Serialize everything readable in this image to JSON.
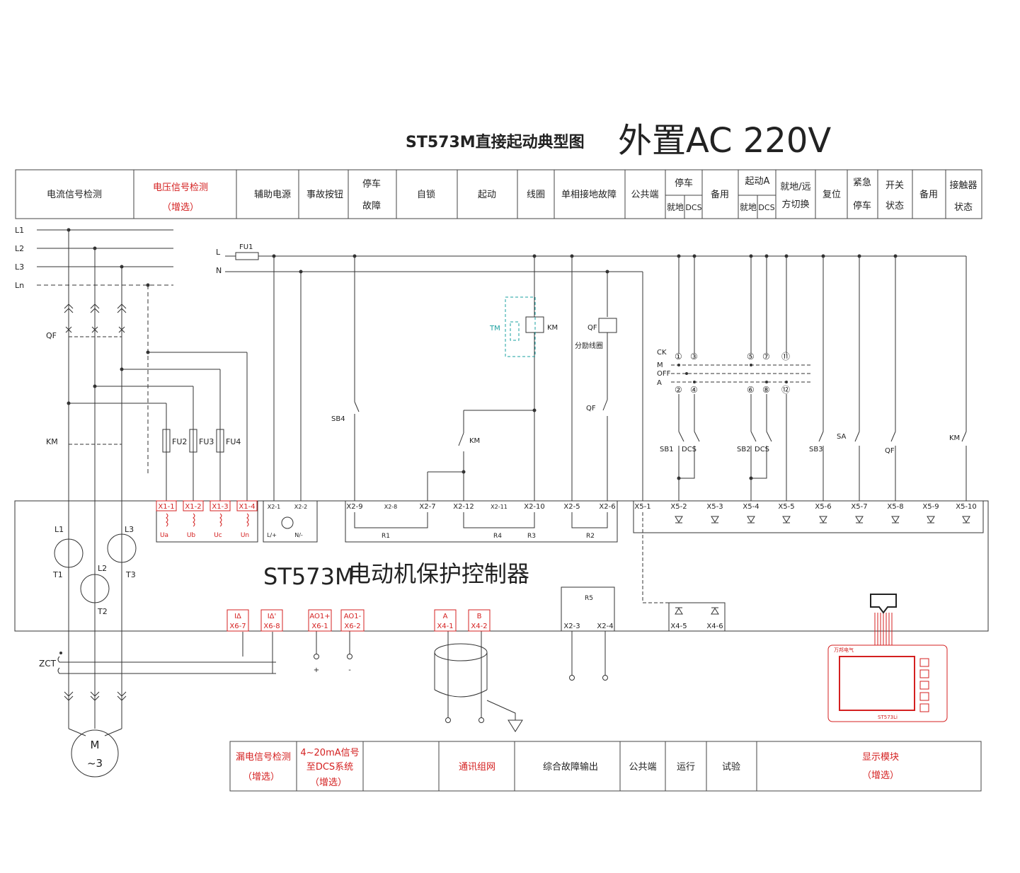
{
  "title": {
    "main": "ST573M直接起动典型图",
    "sub": "外置AC 220V"
  },
  "header": {
    "current_detect": "电流信号检测",
    "voltage_detect": "电压信号检测",
    "voltage_optional": "（增选）",
    "aux_power": "辅助电源",
    "accident_button": "事故按钮",
    "stop_fault_1": "停车",
    "stop_fault_2": "故障",
    "self_lock": "自锁",
    "start": "起动",
    "coil": "线圈",
    "single_ground": "单相接地故障",
    "common": "公共端",
    "stop": "停车",
    "local": "就地",
    "dcs": "DCS",
    "spare1": "备用",
    "start_a": "起动A",
    "local2": "就地",
    "dcs2": "DCS",
    "local_remote_1": "就地/远",
    "local_remote_2": "方切换",
    "reset": "复位",
    "emergency_1": "紧急",
    "emergency_2": "停车",
    "switch_1": "开关",
    "switch_2": "状态",
    "spare2": "备用",
    "contactor_1": "接触器",
    "contactor_2": "状态"
  },
  "lines": {
    "L1": "L1",
    "L2": "L2",
    "L3": "L3",
    "Ln": "Ln",
    "L": "L",
    "N": "N"
  },
  "components": {
    "FU1": "FU1",
    "FU2": "FU2",
    "FU3": "FU3",
    "FU4": "FU4",
    "QF": "QF",
    "KM": "KM",
    "TM": "TM",
    "SB4": "SB4",
    "QF_coil": "QF",
    "shunt_coil": "分励线圈",
    "QF2": "QF",
    "KM2": "KM",
    "CK": "CK",
    "M": "M",
    "OFF": "OFF",
    "A": "A",
    "c1": "①",
    "c2": "②",
    "c3": "③",
    "c4": "④",
    "c5": "⑤",
    "c6": "⑥",
    "c7": "⑦",
    "c8": "⑧",
    "c11": "⑪",
    "c12": "⑫",
    "SB1": "SB1",
    "DCS1": "DCS",
    "SB2": "SB2",
    "DCS2": "DCS",
    "SB3": "SB3",
    "SA": "SA",
    "QF3": "QF",
    "KM3": "KM",
    "L1ct": "L1",
    "L2ct": "L2",
    "L3ct": "L3",
    "T1": "T1",
    "T2": "T2",
    "T3": "T3",
    "ZCT": "ZCT",
    "motor_M": "M",
    "motor_3": "~3",
    "R1": "R1",
    "R2": "R2",
    "R3": "R3",
    "R4": "R4",
    "R5": "R5"
  },
  "terminals": {
    "x1_1": "X1-1",
    "x1_2": "X1-2",
    "x1_3": "X1-3",
    "x1_4": "X1-4",
    "ua": "Ua",
    "ub": "Ub",
    "uc": "Uc",
    "un": "Un",
    "x2_1": "X2-1",
    "x2_2": "X2-2",
    "lp": "L/+",
    "nm": "N/-",
    "x2_9": "X2-9",
    "x2_8": "X2-8",
    "x2_7": "X2-7",
    "x2_12": "X2-12",
    "x2_11": "X2-11",
    "x2_10": "X2-10",
    "x2_5": "X2-5",
    "x2_6": "X2-6",
    "x5_1": "X5-1",
    "x5_2": "X5-2",
    "x5_3": "X5-3",
    "x5_4": "X5-4",
    "x5_5": "X5-5",
    "x5_6": "X5-6",
    "x5_7": "X5-7",
    "x5_8": "X5-8",
    "x5_9": "X5-9",
    "x5_10": "X5-10",
    "ia": "IΔ",
    "ib": "IΔ'",
    "x6_7": "X6-7",
    "x6_8": "X6-8",
    "ao1p": "AO1+",
    "ao1m": "AO1-",
    "x6_1": "X6-1",
    "x6_2": "X6-2",
    "plus": "+",
    "minus": "-",
    "a": "A",
    "b": "B",
    "x4_1": "X4-1",
    "x4_2": "X4-2",
    "x2_3": "X2-3",
    "x2_4": "X2-4",
    "x4_5": "X4-5",
    "x4_6": "X4-6"
  },
  "controller_name": "ST573M",
  "controller_desc": "电动机保护控制器",
  "display_brand": "万邦电气",
  "display_model": "ST573Li",
  "footer": {
    "leak_1": "漏电信号检测",
    "leak_2": "（增选）",
    "ma_1": "4~20mA信号",
    "ma_2": "至DCS系统",
    "ma_3": "（增选）",
    "comm": "通讯组网",
    "fault_out": "综合故障输出",
    "common": "公共端",
    "run": "运行",
    "test": "试验",
    "display_1": "显示模块",
    "display_2": "（增选）"
  }
}
